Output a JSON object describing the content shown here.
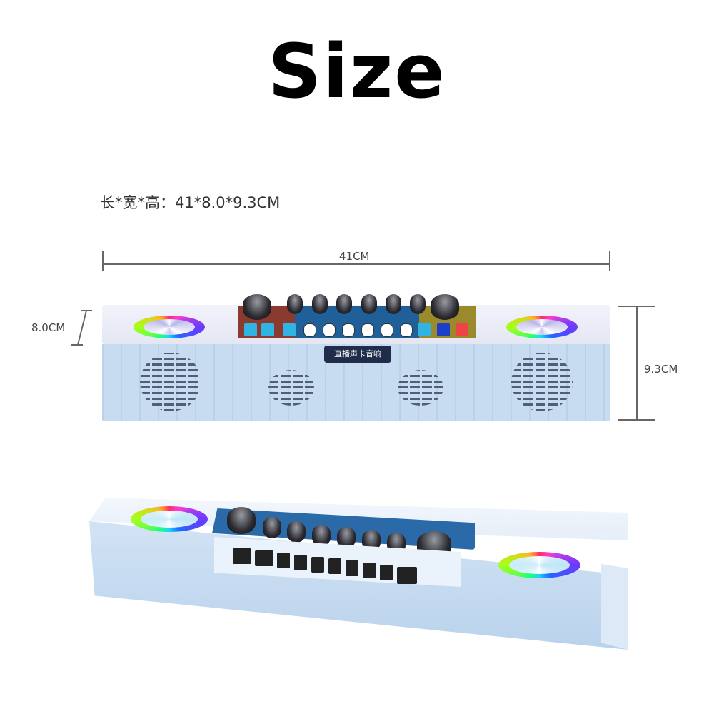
{
  "title": "Size",
  "spec": {
    "label": "长*宽*高：41*8.0*9.3CM",
    "length_cm": 41,
    "width_cm": 8.0,
    "height_cm": 9.3
  },
  "dimensions": {
    "length_label": "41CM",
    "width_label": "8.0CM",
    "height_label": "9.3CM"
  },
  "front_view": {
    "badge_text": "直播声卡音响",
    "knob_count": 8,
    "speaker_grilles": 4,
    "rgb_rings": 2,
    "colors": {
      "body": "#c7dcf1",
      "top": "#eceef8",
      "panel_left": "#8a3a2e",
      "panel_center": "#1f5f9a",
      "panel_right": "#9b8a2c",
      "badge": "#1f2d4a",
      "button": "#2fb4e4"
    }
  },
  "perspective_view": {
    "port_count": 10,
    "knob_count": 8,
    "rgb_rings": 2,
    "colors": {
      "body": "#c4d9ef",
      "panel": "#2a6aa8"
    }
  }
}
